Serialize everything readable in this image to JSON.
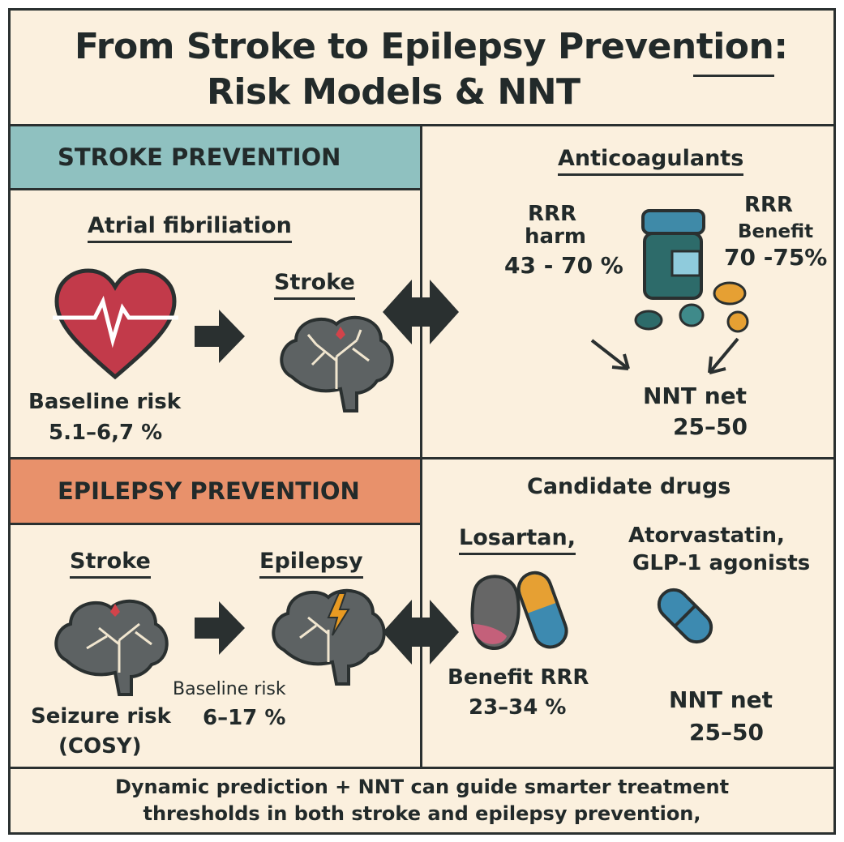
{
  "title": {
    "line1": "From   Stroke to Epilepsy Prevention:",
    "line2": "Risk Models & NNT"
  },
  "stroke": {
    "band": "STROKE PREVENTION",
    "condition": "Atrial fibriliation",
    "outcome": "Stroke",
    "baseline_label": "Baseline risk",
    "baseline_value": "5.1–6,7 %"
  },
  "anticoag": {
    "heading": "Anticoagulants",
    "harm_l1": "RRR",
    "harm_l2": "harm",
    "harm_value": "43 - 70 %",
    "benefit_l1": "RRR",
    "benefit_l2": "Benefit",
    "benefit_value": "70 -75%",
    "nnt_label": "NNT net",
    "nnt_value": "25–50"
  },
  "epilepsy": {
    "band": "EPILEPSY PREVENTION",
    "condition": "Stroke",
    "outcome": "Epilepsy",
    "seizure_l1": "Seizure risk",
    "seizure_l2": "(COSY)",
    "baseline_label": "Baseline risk",
    "baseline_value": "6–17 %"
  },
  "candidates": {
    "heading": "Candidate drugs",
    "drug1": "Losartan,",
    "drug2_l1": "Atorvastatin,",
    "drug2_l2": "GLP-1 agonists",
    "benefit_label": "Benefit RRR",
    "benefit_value": "23–34 %",
    "nnt_label": "NNT net",
    "nnt_value": "25–50"
  },
  "footer": {
    "line1": "Dynamic prediction + NNT can guide smarter treatment",
    "line2": "thresholds in both stroke and epilepsy prevention,"
  },
  "colors": {
    "bg": "#fbf0de",
    "teal": "#8fc1c0",
    "orange": "#e8916b",
    "dark": "#2a3030"
  }
}
